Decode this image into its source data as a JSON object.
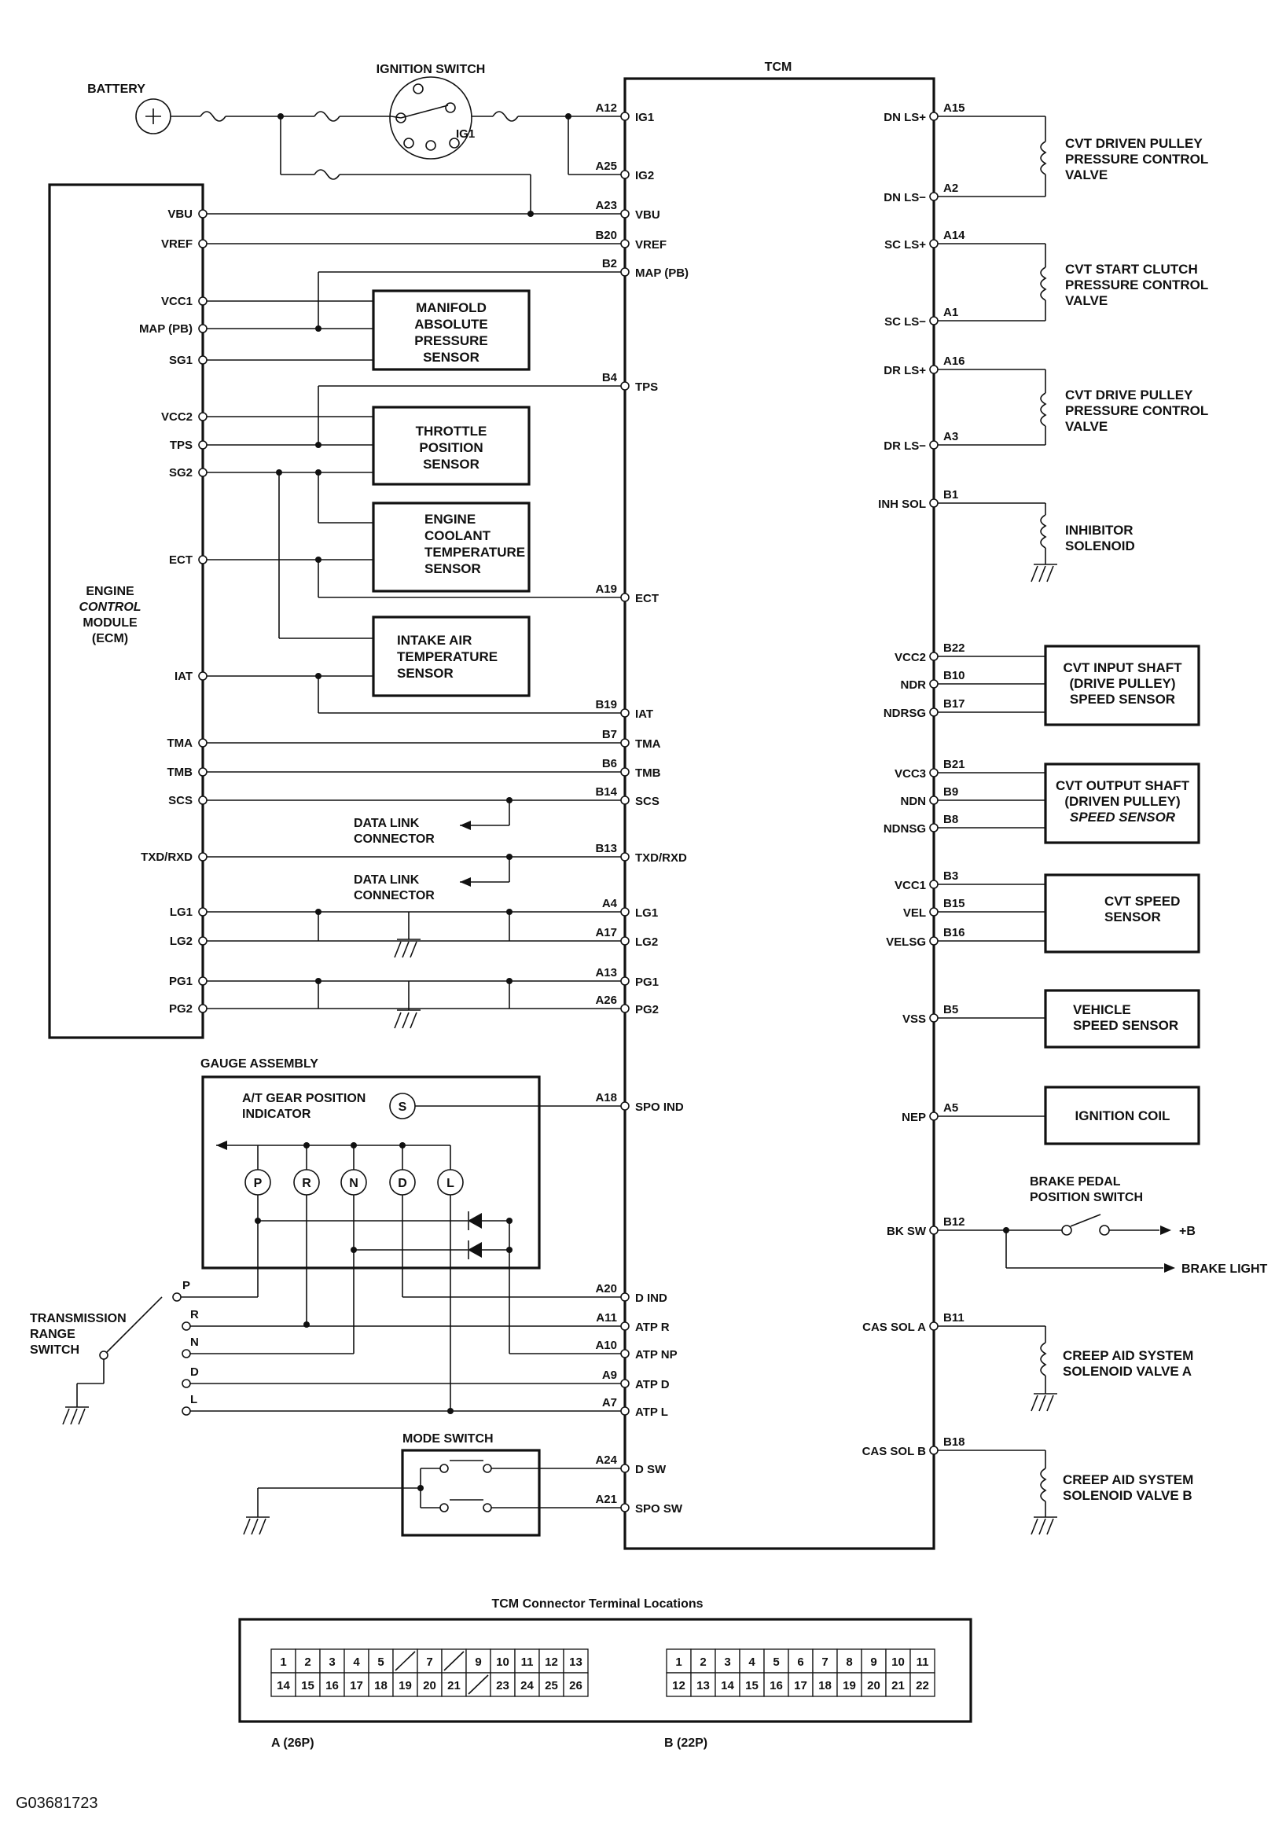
{
  "figure_id": "G03681723",
  "battery": "BATTERY",
  "ignition_switch": "IGNITION SWITCH",
  "ig1_label": "IG1",
  "tcm_title": "TCM",
  "ecm_lines": [
    "ENGINE",
    "CONTROL",
    "MODULE",
    "(ECM)"
  ],
  "ecm_pins": [
    "VBU",
    "VREF",
    "VCC1",
    "MAP (PB)",
    "SG1",
    "VCC2",
    "TPS",
    "SG2",
    "ECT",
    "IAT",
    "TMA",
    "TMB",
    "SCS",
    "TXD/RXD",
    "LG1",
    "LG2",
    "PG1",
    "PG2"
  ],
  "tcm_left": [
    {
      "code": "A12",
      "name": "IG1"
    },
    {
      "code": "A25",
      "name": "IG2"
    },
    {
      "code": "A23",
      "name": "VBU"
    },
    {
      "code": "B20",
      "name": "VREF"
    },
    {
      "code": "B2",
      "name": "MAP (PB)"
    },
    {
      "code": "B4",
      "name": "TPS"
    },
    {
      "code": "A19",
      "name": "ECT"
    },
    {
      "code": "B19",
      "name": "IAT"
    },
    {
      "code": "B7",
      "name": "TMA"
    },
    {
      "code": "B6",
      "name": "TMB"
    },
    {
      "code": "B14",
      "name": "SCS"
    },
    {
      "code": "B13",
      "name": "TXD/RXD"
    },
    {
      "code": "A4",
      "name": "LG1"
    },
    {
      "code": "A17",
      "name": "LG2"
    },
    {
      "code": "A13",
      "name": "PG1"
    },
    {
      "code": "A26",
      "name": "PG2"
    },
    {
      "code": "A18",
      "name": "SPO IND"
    },
    {
      "code": "A20",
      "name": "D IND"
    },
    {
      "code": "A11",
      "name": "ATP R"
    },
    {
      "code": "A10",
      "name": "ATP NP"
    },
    {
      "code": "A9",
      "name": "ATP D"
    },
    {
      "code": "A7",
      "name": "ATP L"
    },
    {
      "code": "A24",
      "name": "D SW"
    },
    {
      "code": "A21",
      "name": "SPO SW"
    }
  ],
  "tcm_right": [
    {
      "code": "A15",
      "name": "DN LS+"
    },
    {
      "code": "A2",
      "name": "DN LS−"
    },
    {
      "code": "A14",
      "name": "SC LS+"
    },
    {
      "code": "A1",
      "name": "SC LS−"
    },
    {
      "code": "A16",
      "name": "DR LS+"
    },
    {
      "code": "A3",
      "name": "DR LS−"
    },
    {
      "code": "B1",
      "name": "INH SOL"
    },
    {
      "code": "B22",
      "name": "VCC2"
    },
    {
      "code": "B10",
      "name": "NDR"
    },
    {
      "code": "B17",
      "name": "NDRSG"
    },
    {
      "code": "B21",
      "name": "VCC3"
    },
    {
      "code": "B9",
      "name": "NDN"
    },
    {
      "code": "B8",
      "name": "NDNSG"
    },
    {
      "code": "B3",
      "name": "VCC1"
    },
    {
      "code": "B15",
      "name": "VEL"
    },
    {
      "code": "B16",
      "name": "VELSG"
    },
    {
      "code": "B5",
      "name": "VSS"
    },
    {
      "code": "A5",
      "name": "NEP"
    },
    {
      "code": "B12",
      "name": "BK SW"
    },
    {
      "code": "B11",
      "name": "CAS SOL A"
    },
    {
      "code": "B18",
      "name": "CAS SOL B"
    }
  ],
  "sensors": {
    "map": [
      "MANIFOLD",
      "ABSOLUTE",
      "PRESSURE",
      "SENSOR"
    ],
    "tps": [
      "THROTTLE",
      "POSITION",
      "SENSOR"
    ],
    "ect": [
      "ENGINE",
      "COOLANT",
      "TEMPERATURE",
      "SENSOR"
    ],
    "iat": [
      "INTAKE AIR",
      "TEMPERATURE",
      "SENSOR"
    ]
  },
  "data_link": [
    "DATA LINK",
    "CONNECTOR"
  ],
  "gauge_assembly": "GAUGE ASSEMBLY",
  "gear_indicator": [
    "A/T GEAR POSITION",
    "INDICATOR"
  ],
  "s_lamp": "S",
  "gear_lamps": [
    "P",
    "R",
    "N",
    "D",
    "L"
  ],
  "range_switch": [
    "TRANSMISSION",
    "RANGE",
    "SWITCH"
  ],
  "range_positions": [
    "P",
    "R",
    "N",
    "D",
    "L"
  ],
  "mode_switch": "MODE SWITCH",
  "valves": {
    "dn": [
      "CVT DRIVEN PULLEY",
      "PRESSURE CONTROL",
      "VALVE"
    ],
    "sc": [
      "CVT START CLUTCH",
      "PRESSURE CONTROL",
      "VALVE"
    ],
    "dr": [
      "CVT DRIVE PULLEY",
      "PRESSURE CONTROL",
      "VALVE"
    ],
    "inh": [
      "INHIBITOR",
      "SOLENOID"
    ],
    "casa": [
      "CREEP AID SYSTEM",
      "SOLENOID VALVE A"
    ],
    "casb": [
      "CREEP AID SYSTEM",
      "SOLENOID VALVE B"
    ]
  },
  "right_sensors": {
    "input": [
      "CVT INPUT SHAFT",
      "(DRIVE PULLEY)",
      "SPEED SENSOR"
    ],
    "output": [
      "CVT OUTPUT SHAFT",
      "(DRIVEN PULLEY)",
      "SPEED SENSOR"
    ],
    "speed": [
      "CVT SPEED",
      "SENSOR"
    ],
    "vss": [
      "VEHICLE",
      "SPEED SENSOR"
    ],
    "coil": [
      "IGNITION COIL"
    ]
  },
  "brake_switch": [
    "BRAKE PEDAL",
    "POSITION SWITCH"
  ],
  "plus_b": "+B",
  "brake_light": "BRAKE LIGHT",
  "connector_title": "TCM Connector Terminal Locations",
  "conn_a_label": "A (26P)",
  "conn_b_label": "B (22P)",
  "conn_a_rows": [
    [
      "1",
      "2",
      "3",
      "4",
      "5",
      "/",
      "7",
      "/",
      "9",
      "10",
      "11",
      "12",
      "13"
    ],
    [
      "14",
      "15",
      "16",
      "17",
      "18",
      "19",
      "20",
      "21",
      "/",
      "23",
      "24",
      "25",
      "26"
    ]
  ],
  "conn_b_rows": [
    [
      "1",
      "2",
      "3",
      "4",
      "5",
      "6",
      "7",
      "8",
      "9",
      "10",
      "11"
    ],
    [
      "12",
      "13",
      "14",
      "15",
      "16",
      "17",
      "18",
      "19",
      "20",
      "21",
      "22"
    ]
  ]
}
